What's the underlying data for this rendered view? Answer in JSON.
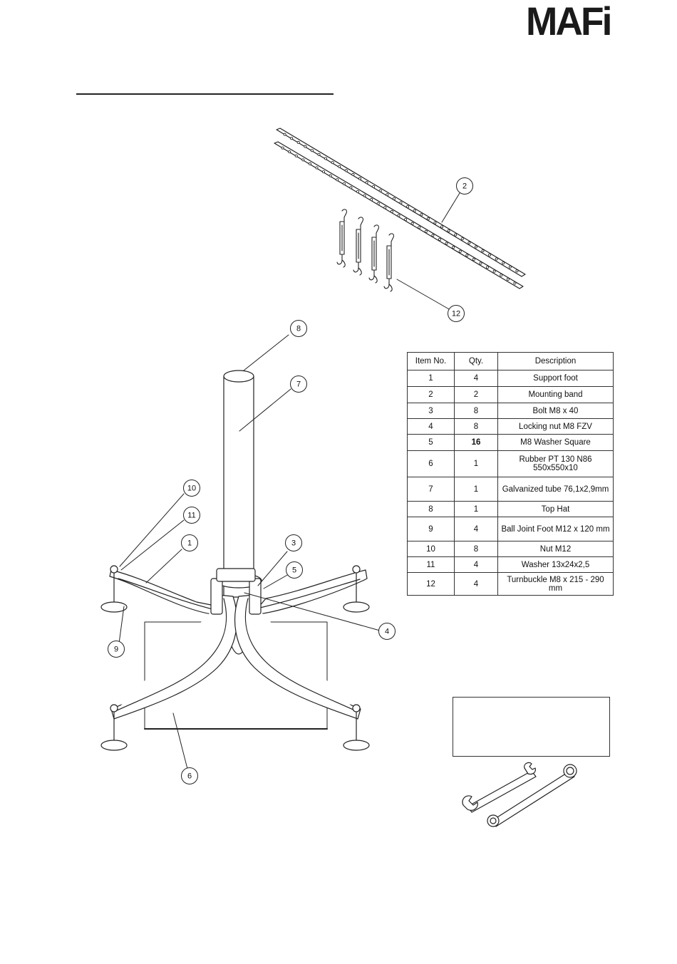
{
  "logo": "MAFi",
  "parts_table": {
    "headers": [
      "Item No.",
      "Qty.",
      "Description"
    ],
    "rows": [
      {
        "item": "1",
        "qty": "4",
        "desc": "Support foot",
        "h": 23
      },
      {
        "item": "2",
        "qty": "2",
        "desc": "Mounting band",
        "h": 23
      },
      {
        "item": "3",
        "qty": "8",
        "desc": "Bolt M8 x 40",
        "h": 22
      },
      {
        "item": "4",
        "qty": "8",
        "desc": "Locking nut M8 FZV",
        "h": 22
      },
      {
        "item": "5",
        "qty": "16",
        "desc": "M8 Washer Square",
        "h": 23
      },
      {
        "item": "6",
        "qty": "1",
        "desc": "Rubber PT 130 N86\n550x550x10",
        "h": 37
      },
      {
        "item": "7",
        "qty": "1",
        "desc": "Galvanized tube 76,1x2,9mm",
        "h": 34
      },
      {
        "item": "8",
        "qty": "1",
        "desc": "Top Hat",
        "h": 22
      },
      {
        "item": "9",
        "qty": "4",
        "desc": "Ball Joint Foot M12 x 120 mm",
        "h": 34
      },
      {
        "item": "10",
        "qty": "8",
        "desc": "Nut M12",
        "h": 22
      },
      {
        "item": "11",
        "qty": "4",
        "desc": "Washer 13x24x2,5",
        "h": 22
      },
      {
        "item": "12",
        "qty": "4",
        "desc": "Turnbuckle M8 x 215 - 290 mm",
        "h": 32
      }
    ]
  },
  "callouts": [
    "1",
    "2",
    "3",
    "4",
    "5",
    "6",
    "7",
    "8",
    "9",
    "10",
    "11",
    "12"
  ],
  "icons": {
    "mounting_bands": "perforated-strip-icon",
    "turnbuckles": "turnbuckle-icon",
    "wrenches": "combination-wrench-icon"
  }
}
